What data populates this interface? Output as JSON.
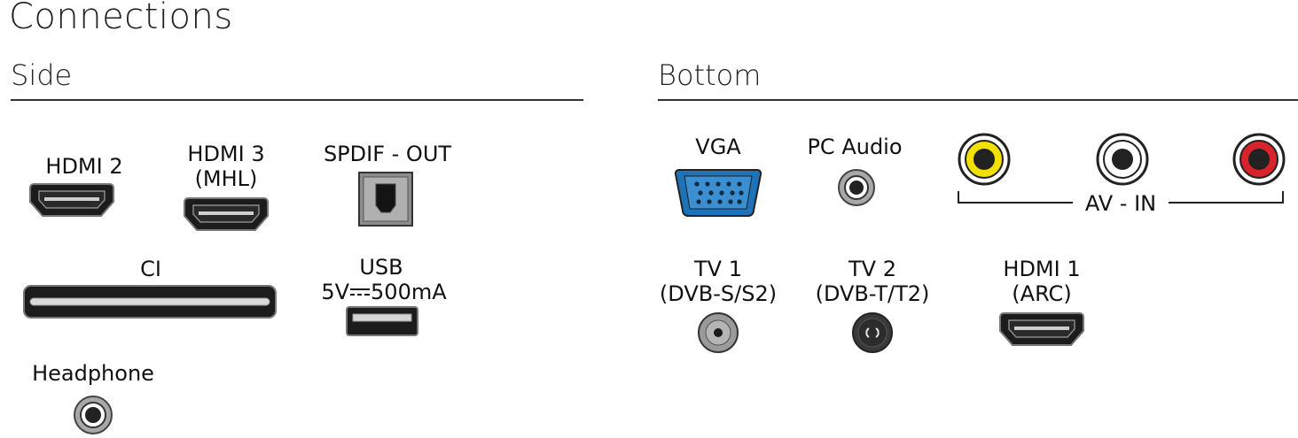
{
  "page": {
    "title": "Connections"
  },
  "side": {
    "heading": "Side",
    "hdmi2": "HDMI 2",
    "hdmi3_line1": "HDMI 3",
    "hdmi3_line2": "(MHL)",
    "spdif": "SPDIF - OUT",
    "ci": "CI",
    "usb_line1": "USB",
    "usb_line2_left": "5V",
    "usb_line2_right": "500mA",
    "headphone": "Headphone"
  },
  "bottom": {
    "heading": "Bottom",
    "vga": "VGA",
    "pc_audio": "PC Audio",
    "av_in": "AV - IN",
    "tv1_line1": "TV 1",
    "tv1_line2": "(DVB-S/S2)",
    "tv2_line1": "TV 2",
    "tv2_line2": "(DVB-T/T2)",
    "hdmi1_line1": "HDMI 1",
    "hdmi1_line2": "(ARC)"
  },
  "colors": {
    "vga_blue": "#1e73b8",
    "av_yellow": "#f2e100",
    "av_white": "#ffffff",
    "av_red": "#d8232a",
    "port_gray": "#9a9a9a",
    "port_dark": "#222222"
  }
}
